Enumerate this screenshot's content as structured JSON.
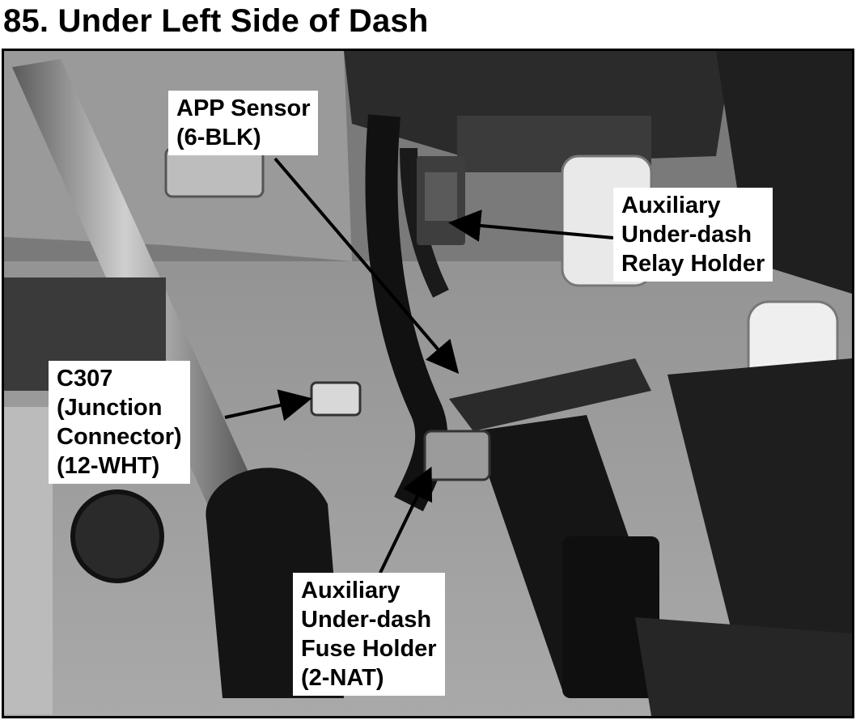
{
  "title": "85. Under Left Side of Dash",
  "callouts": {
    "app_sensor": [
      "APP Sensor",
      "(6-BLK)"
    ],
    "relay_holder": [
      "Auxiliary",
      "Under-dash",
      "Relay Holder"
    ],
    "junction": [
      "C307",
      "(Junction",
      "Connector)",
      "(12-WHT)"
    ],
    "fuse_holder": [
      "Auxiliary",
      "Under-dash",
      "Fuse Holder",
      "(2-NAT)"
    ]
  },
  "colors": {
    "frame": "#000000",
    "label_bg": "#ffffff",
    "photo": "grayscale"
  }
}
